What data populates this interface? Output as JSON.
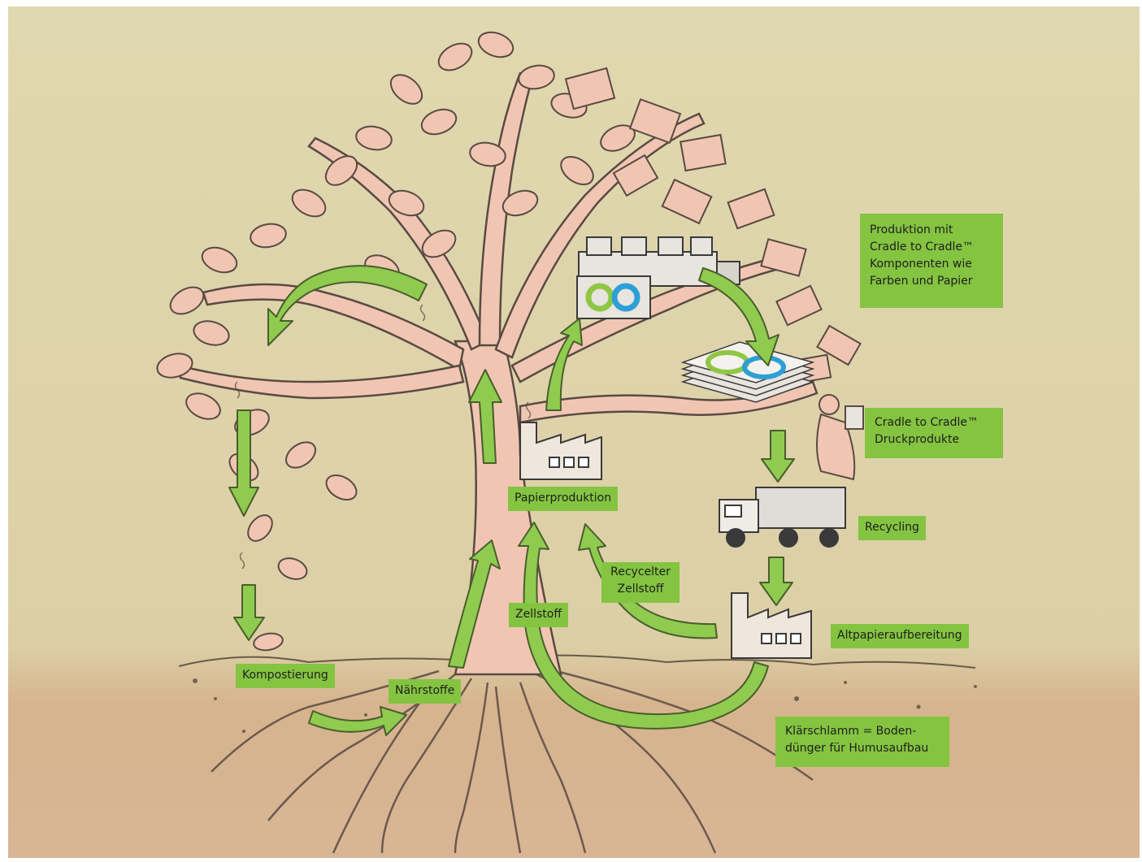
{
  "labels": {
    "produktion": [
      "Produktion mit",
      "Cradle to Cradle™",
      "Komponenten wie",
      "Farben und Papier"
    ],
    "druckprodukte": [
      "Cradle to Cradle™",
      "Druckprodukte"
    ],
    "recycling": "Recycling",
    "altpapier": "Altpapieraufbereitung",
    "klaerschlamm": [
      "Klärschlamm = Boden-",
      "dünger für Humusaufbau"
    ],
    "papierproduktion": "Papierproduktion",
    "recycelter": [
      "Recycelter",
      "Zellstoff"
    ],
    "zellstoff": "Zellstoff",
    "kompostierung": "Kompostierung",
    "naehrstoffe": "Nährstoffe"
  },
  "colors": {
    "background_top": "#ddd5ad",
    "background_bottom": "#d9b48f",
    "tree": "#f0c6b3",
    "tree_outline": "#5a4a42",
    "arrow": "#8fcb4f",
    "arrow_outline": "#4a5e2c",
    "label_bg": "#84c441",
    "logo_green": "#8fc745",
    "logo_blue": "#2d9fd6"
  },
  "icons": [
    "factory-icon",
    "printing-press-icon",
    "truck-icon",
    "paper-stack-icon",
    "reader-person-icon",
    "recycling-plant-icon"
  ]
}
